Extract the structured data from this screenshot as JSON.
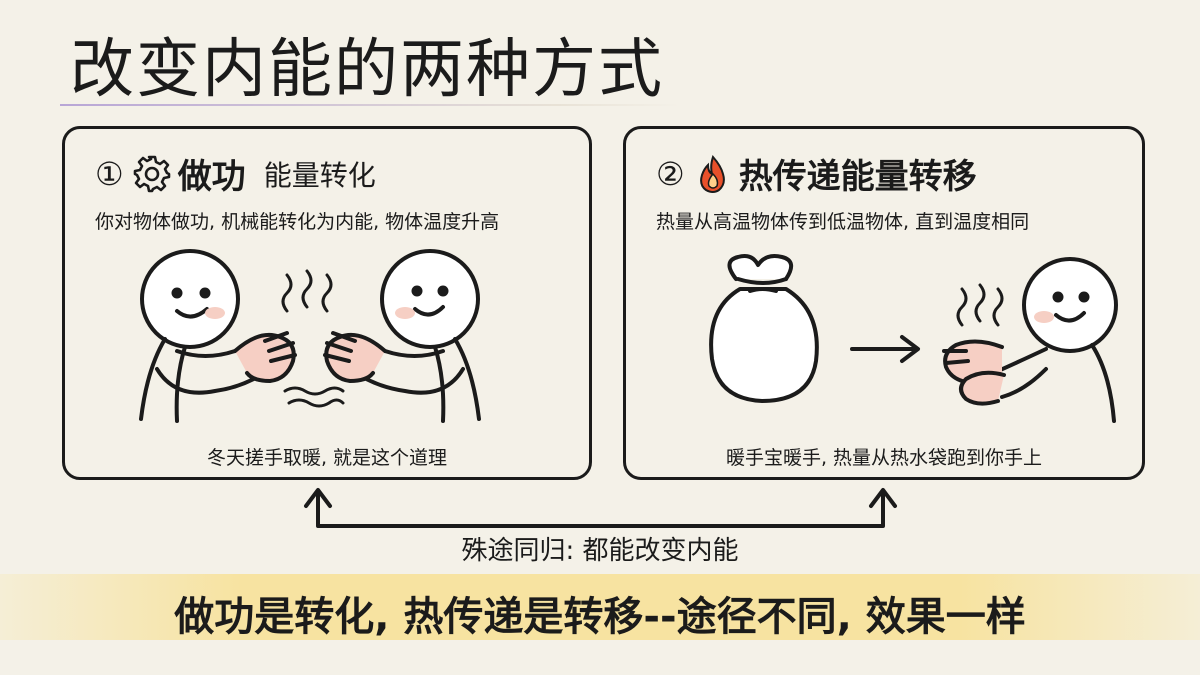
{
  "title": "改变内能的两种方式",
  "panels": [
    {
      "number": "①",
      "icon": "gear-icon",
      "title": "做功",
      "subtitle": "能量转化",
      "description": "你对物体做功, 机械能转化为内能, 物体温度升高",
      "caption": "冬天搓手取暖, 就是这个道理"
    },
    {
      "number": "②",
      "icon": "fire-icon",
      "title": "热传递能量转移",
      "subtitle": "",
      "description": "热量从高温物体传到低温物体, 直到温度相同",
      "caption": "暖手宝暖手, 热量从热水袋跑到你手上"
    }
  ],
  "connector_label": "殊途同归: 都能改变内能",
  "summary": "做功是转化, 热传递是转移--途径不同, 效果一样",
  "colors": {
    "background": "#f4f1e8",
    "ink": "#1b1b1b",
    "banner": "#f7e3a1",
    "fire": "#e8502a",
    "cheek": "#f6cfc4"
  }
}
